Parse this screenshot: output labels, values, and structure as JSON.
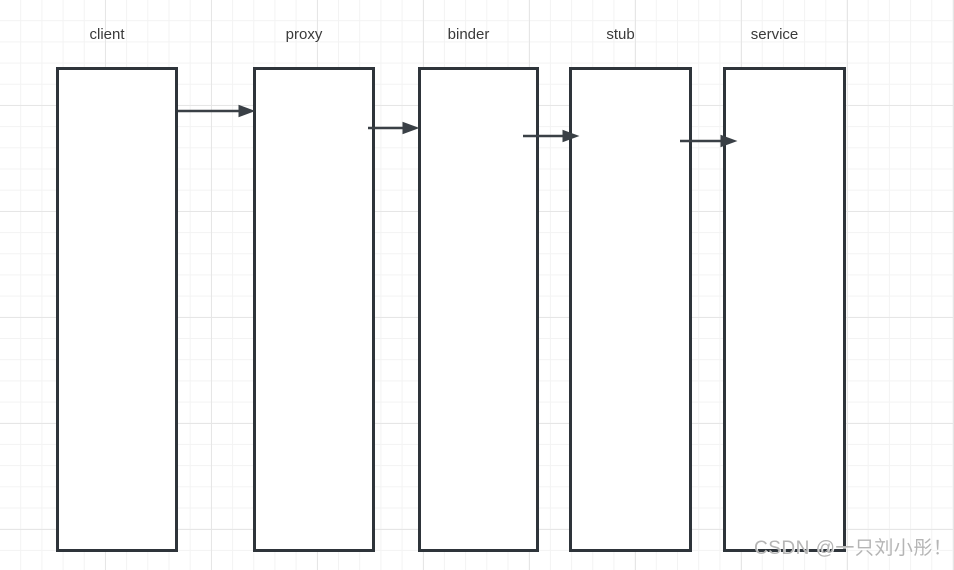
{
  "diagram": {
    "nodes": [
      {
        "id": "client",
        "label": "client"
      },
      {
        "id": "proxy",
        "label": "proxy"
      },
      {
        "id": "binder",
        "label": "binder"
      },
      {
        "id": "stub",
        "label": "stub"
      },
      {
        "id": "service",
        "label": "service"
      }
    ],
    "connections": [
      {
        "from": "client",
        "to": "proxy",
        "arrow": "right"
      },
      {
        "from": "proxy",
        "to": "binder",
        "arrow": "right"
      },
      {
        "from": "binder",
        "to": "stub",
        "arrow": "right"
      },
      {
        "from": "stub",
        "to": "service",
        "arrow": "right"
      }
    ],
    "colors": {
      "node_border": "#2e343a",
      "node_fill": "#ffffff",
      "arrow": "#3a4046",
      "grid_minor": "#f3f3f3",
      "grid_major": "#e6e6e6",
      "label_text": "#3a3a3a",
      "watermark_text": "#b5b5b5"
    }
  },
  "watermark": {
    "text": "CSDN @一只刘小彤！"
  }
}
